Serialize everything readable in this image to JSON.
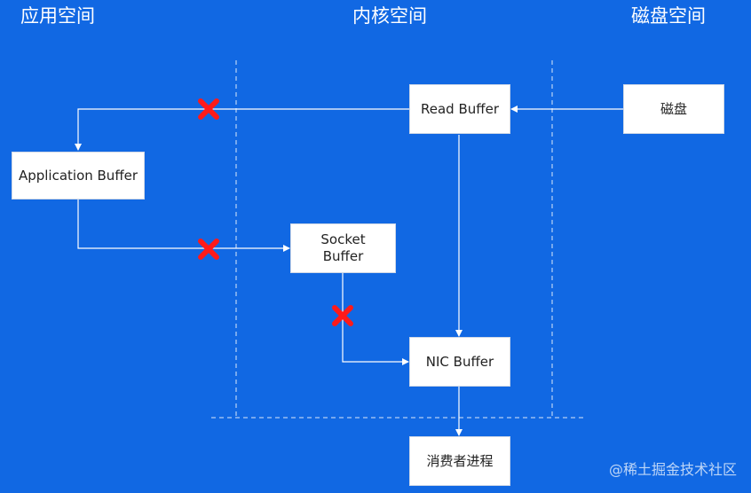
{
  "regions": {
    "app_space": "应用空间",
    "kernel_space": "内核空间",
    "disk_space": "磁盘空间"
  },
  "nodes": {
    "application_buffer": "Application Buffer",
    "read_buffer": "Read Buffer",
    "disk": "磁盘",
    "socket_buffer_line1": "Socket",
    "socket_buffer_line2": "Buffer",
    "nic_buffer": "NIC Buffer",
    "consumer_process": "消费者进程"
  },
  "watermark": "@稀土掘金技术社区",
  "colors": {
    "background": "#1168e3",
    "line": "#ffffff",
    "cross": "#ff1a1a"
  }
}
